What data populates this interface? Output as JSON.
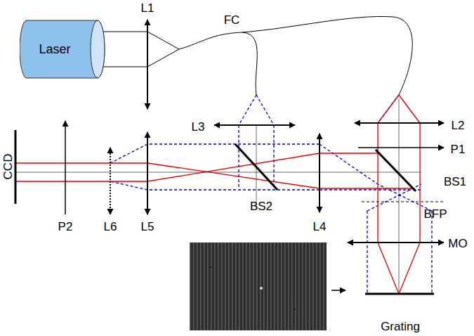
{
  "diagram": {
    "nodes": [
      {
        "text": [
          "Laser"
        ]
      }
    ],
    "labels": [
      "L1",
      "FC",
      "L3",
      "L2",
      "P1",
      "BS1",
      "BS2",
      "L4",
      "BFP",
      "MO",
      "Grating",
      "L5",
      "L6",
      "P2",
      "CCD"
    ]
  }
}
